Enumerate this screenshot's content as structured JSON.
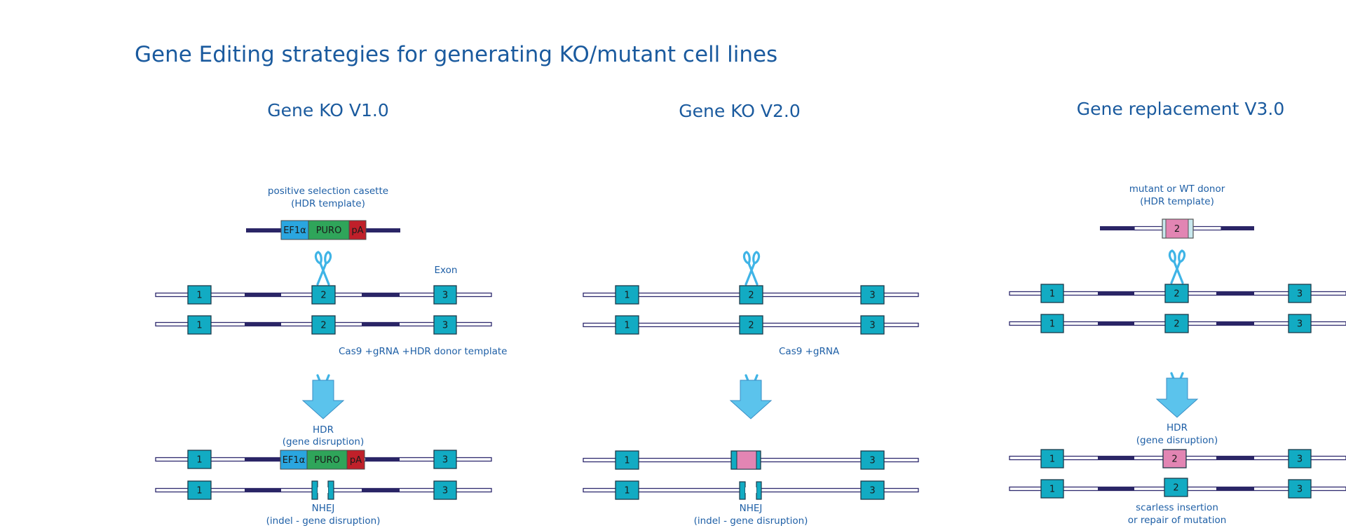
{
  "title": "Gene Editing strategies for generating KO/mutant cell lines",
  "colors": {
    "heading": "#1a5a9e",
    "label": "#1e5fa6",
    "exon": "#12abc3",
    "exon_border": "#1d3a4a",
    "chromosome_outline": "#2e2a6e",
    "intron_dark": "#2a2566",
    "scissors": "#3fb4e6",
    "arrow": "#5bc3ec",
    "arrow_border": "#3a8ec4",
    "ef1a": "#2aa6e0",
    "puro": "#2fa55a",
    "pa": "#c0202a",
    "pink": "#e285b3",
    "light_cyan": "#c9e9ef"
  },
  "panels": [
    {
      "id": "ko-v1",
      "heading": "Gene KO V1.0",
      "template_label": [
        "positive selection casette",
        "(HDR template)"
      ],
      "cassette": {
        "parts": [
          "EF1α",
          "PURO",
          "pA"
        ]
      },
      "exon_label": "Exon",
      "reagent_label": "Cas9 +gRNA +HDR donor template",
      "outcome_top_label": [
        "HDR",
        "(gene disruption)"
      ],
      "outcome_bottom_label": [
        "NHEJ",
        "(indel - gene disruption)"
      ],
      "exons": [
        "1",
        "2",
        "3"
      ]
    },
    {
      "id": "ko-v2",
      "heading": "Gene KO V2.0",
      "reagent_label": "Cas9 +gRNA",
      "outcome_bottom_label": [
        "NHEJ",
        "(indel - gene disruption)"
      ],
      "exons": [
        "1",
        "2",
        "3"
      ]
    },
    {
      "id": "replacement-v3",
      "heading": "Gene replacement V3.0",
      "template_label": [
        "mutant or WT donor",
        "(HDR template)"
      ],
      "donor_exon": "2",
      "outcome_top_label": [
        "HDR",
        "(gene disruption)"
      ],
      "outcome_bottom_label": [
        "scarless insertion",
        "or repair of mutation"
      ],
      "exons": [
        "1",
        "2",
        "3"
      ]
    }
  ]
}
